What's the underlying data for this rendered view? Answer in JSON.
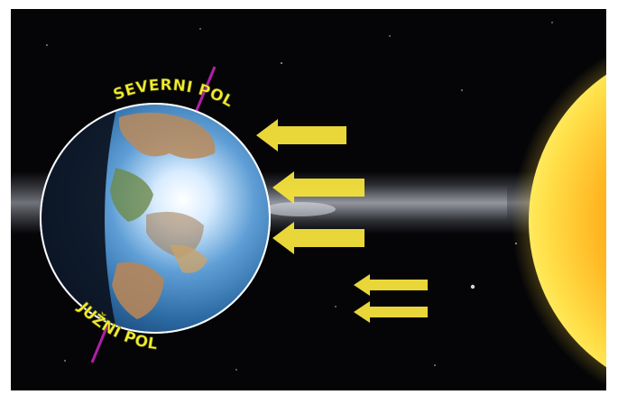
{
  "scene": {
    "north_pole_label": "SEVERNI POL",
    "south_pole_label": "JUŽNI POL"
  },
  "colors": {
    "space": "#050507",
    "label": "#f2ee2e",
    "arrow": "#f6e23c",
    "axis": "#b01fa8",
    "sun": "#ffc21a",
    "ocean": "#2e6fa8"
  },
  "icons": {
    "arrows": "left-pointing-arrows",
    "earth": "earth-globe",
    "sun": "sun-disc"
  }
}
